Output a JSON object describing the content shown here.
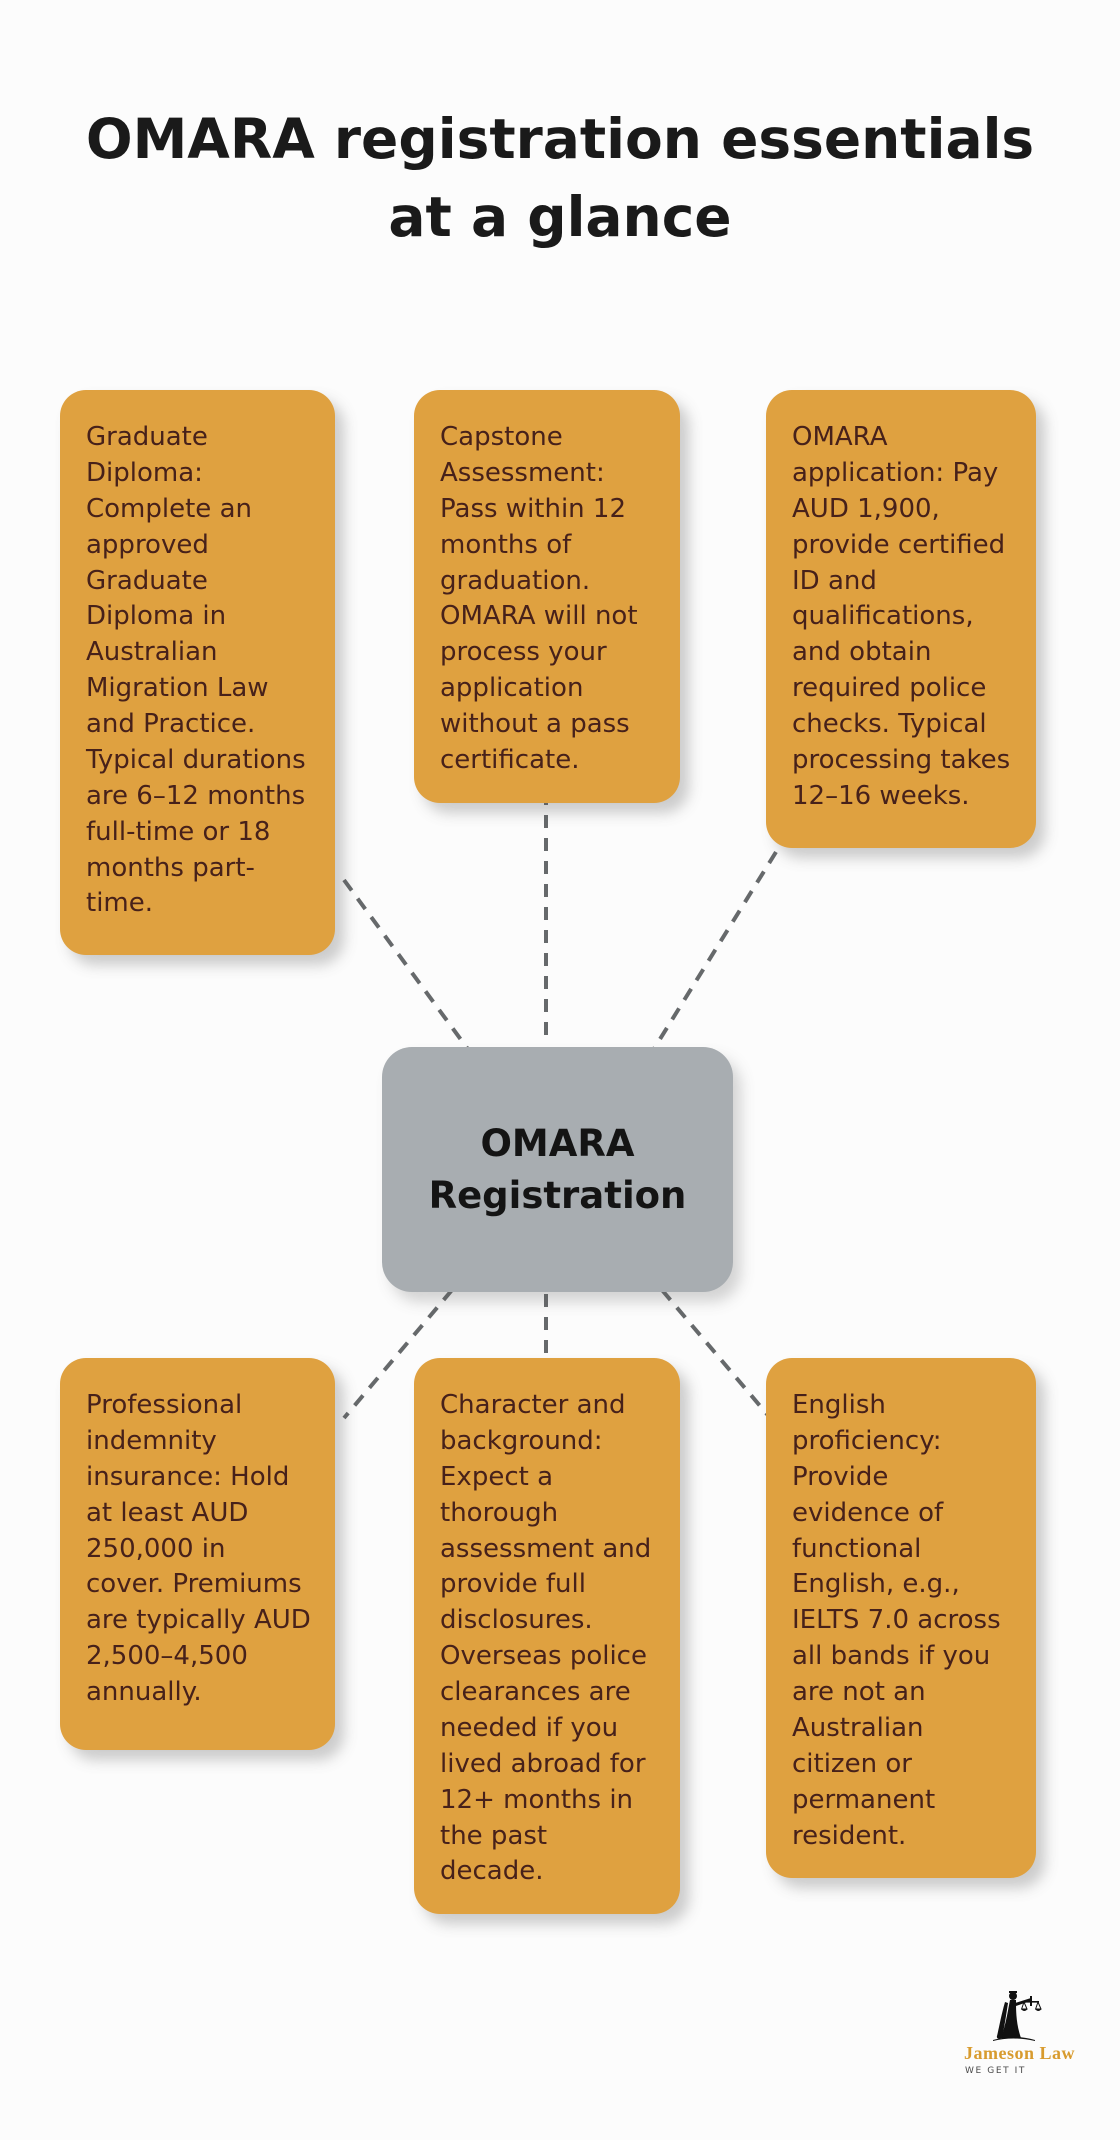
{
  "title": {
    "line1": "OMARA registration essentials",
    "line2": "at a glance"
  },
  "center_node": {
    "label": "OMARA Registration"
  },
  "nodes": [
    {
      "id": "graduate-diploma",
      "text": "Graduate Diploma: Complete an approved Graduate Diploma in Australian Migration Law and Practice. Typical durations are 6–12 months full-time or 18 months part-time."
    },
    {
      "id": "capstone-assessment",
      "text": "Capstone Assessment: Pass within 12 months of graduation. OMARA will not process your application without a pass certificate."
    },
    {
      "id": "omara-application",
      "text": "OMARA application: Pay AUD 1,900, provide certified ID and qualifications, and obtain required police checks. Typical processing takes 12–16 weeks."
    },
    {
      "id": "professional-indemnity-insurance",
      "text": "Professional indemnity insurance: Hold at least AUD 250,000 in cover. Premiums are typically AUD 2,500–4,500 annually."
    },
    {
      "id": "character-and-background",
      "text": "Character and background: Expect a thorough assessment and provide full disclosures. Overseas police clearances are needed if you lived abroad for 12+ months in the past decade."
    },
    {
      "id": "english-proficiency",
      "text": "English proficiency: Provide evidence of functional English, e.g., IELTS 7.0 across all bands if you are not an Australian citizen or permanent resident."
    }
  ],
  "colors": {
    "node_fill": "#dfa140",
    "node_text": "#47211a",
    "center_fill": "#a8adb1",
    "connector": "#66696b",
    "logo_gold": "#d89b2e"
  },
  "logo": {
    "name": "Jameson Law",
    "tagline": "WE GET IT"
  }
}
